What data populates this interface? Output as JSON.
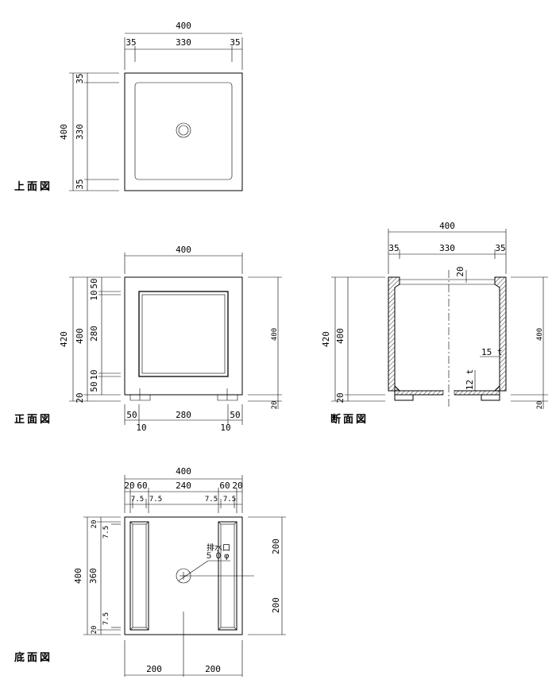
{
  "views": {
    "top": {
      "label": "上面図",
      "dims": {
        "width": "400",
        "left": "35",
        "mid": "330",
        "right": "35",
        "height": "400",
        "v_top": "35",
        "v_mid": "330",
        "v_bot": "35"
      }
    },
    "front": {
      "label": "正面図",
      "dims": {
        "width": "400",
        "h_total": "420",
        "h_body": "400",
        "h_base": "20",
        "v_50a": "50",
        "v_10a": "10",
        "v_280": "280",
        "v_10b": "10",
        "v_50b": "50",
        "r_400": "400",
        "r_20": "20",
        "b_50a": "50",
        "b_280": "280",
        "b_50b": "50",
        "b_10a": "10",
        "b_10b": "10"
      }
    },
    "section": {
      "label": "断面図",
      "dims": {
        "width": "400",
        "left": "35",
        "mid": "330",
        "right": "35",
        "h_total": "420",
        "h_body": "400",
        "h_base": "20",
        "rim": "20",
        "wall": "15 t",
        "floor": "12 t",
        "r_400": "400",
        "r_20": "20"
      }
    },
    "bottom": {
      "label": "底面図",
      "dims": {
        "width": "400",
        "d20a": "20",
        "d60a": "60",
        "d240": "240",
        "d60b": "60",
        "d20b": "20",
        "d75a": "7.5",
        "d75b": "7.5",
        "d75c": "7.5",
        "d75d": "7.5",
        "height": "400",
        "v_20a": "20",
        "v_75a": "7.5",
        "v_360": "360",
        "v_75b": "7.5",
        "v_20b": "20",
        "r_200a": "200",
        "r_200b": "200",
        "b_200a": "200",
        "b_200b": "200"
      },
      "drain_label": "排水口",
      "drain_size": "５０φ"
    }
  }
}
